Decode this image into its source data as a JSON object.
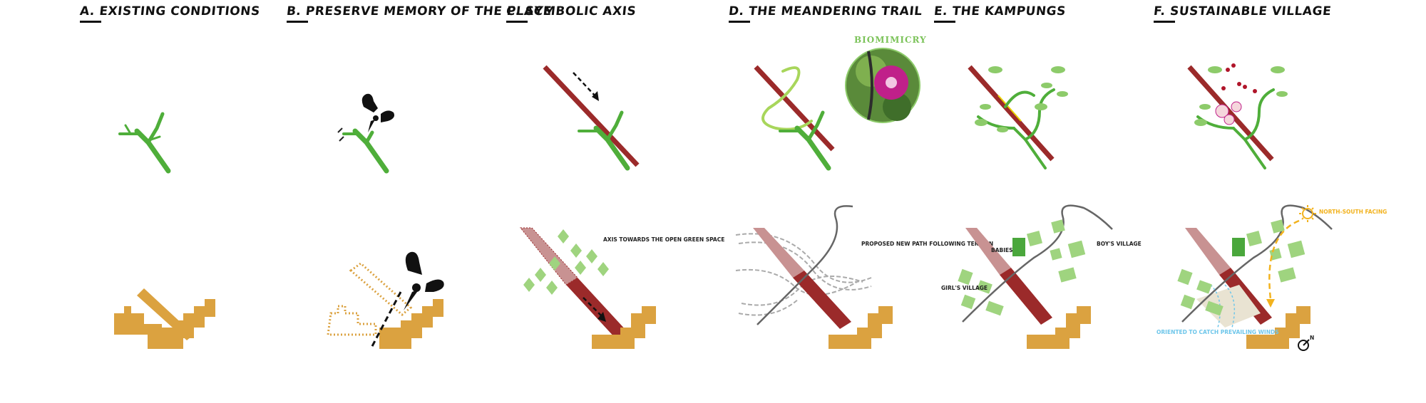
{
  "panels": [
    {
      "title": "A. Existing Conditions"
    },
    {
      "title": "B. Preserve memory of the place"
    },
    {
      "title": "C. Symbolic Axis",
      "label": "AXIS TOWARDS THE OPEN GREEN SPACE"
    },
    {
      "title": "D. The Meandering Trail",
      "badge": "BIOMIMICRY",
      "label": "PROPOSED NEW PATH FOLLOWING TERRAIN"
    },
    {
      "title": "E. The Kampungs",
      "labels": {
        "babies": "BABIES",
        "boys": "BOY'S VILLAGE",
        "girls": "GIRL'S VILLAGE"
      }
    },
    {
      "title": "F. Sustainable Village",
      "labels": {
        "sun": "NORTH-SOUTH FACING",
        "winds": "ORIENTED TO CATCH PREVAILING WINDS",
        "north": "N"
      }
    }
  ],
  "colors": {
    "stem": "#4fae3a",
    "leaf": "#8dcb6a",
    "axis": "#9b2a2a",
    "axis_light": "#c89292",
    "building": "#dba240",
    "village_block": "#9fd47f",
    "babies_block": "#4aa73c",
    "sun": "#f2b21d",
    "wind": "#6ec6ea",
    "flower": "#c0208a"
  }
}
